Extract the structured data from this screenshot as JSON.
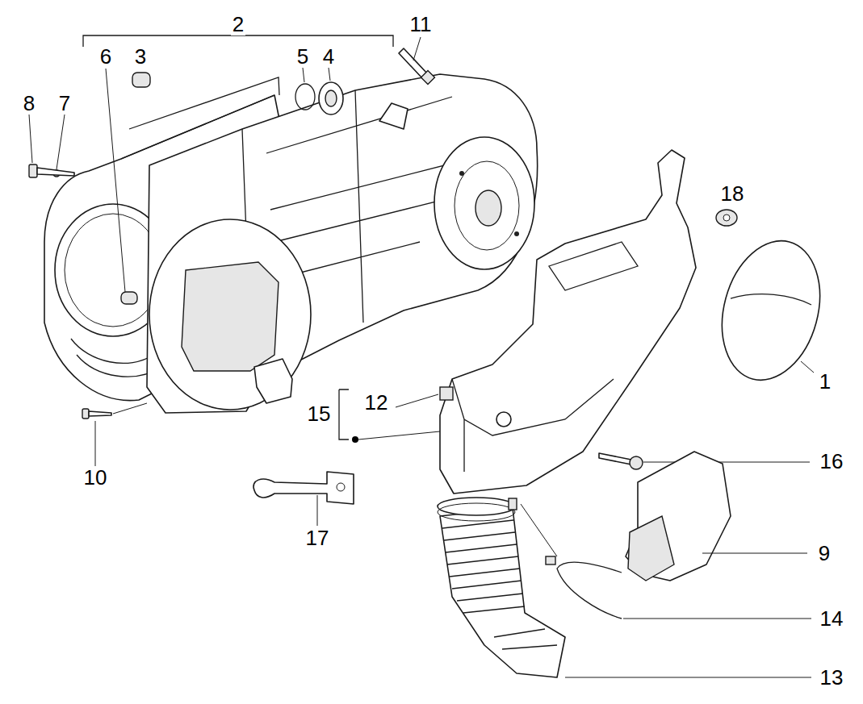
{
  "diagram": {
    "labels": [
      "2",
      "6",
      "3",
      "5",
      "4",
      "11",
      "8",
      "7",
      "18",
      "1",
      "12",
      "15",
      "16",
      "10",
      "17",
      "9",
      "14",
      "13"
    ]
  }
}
